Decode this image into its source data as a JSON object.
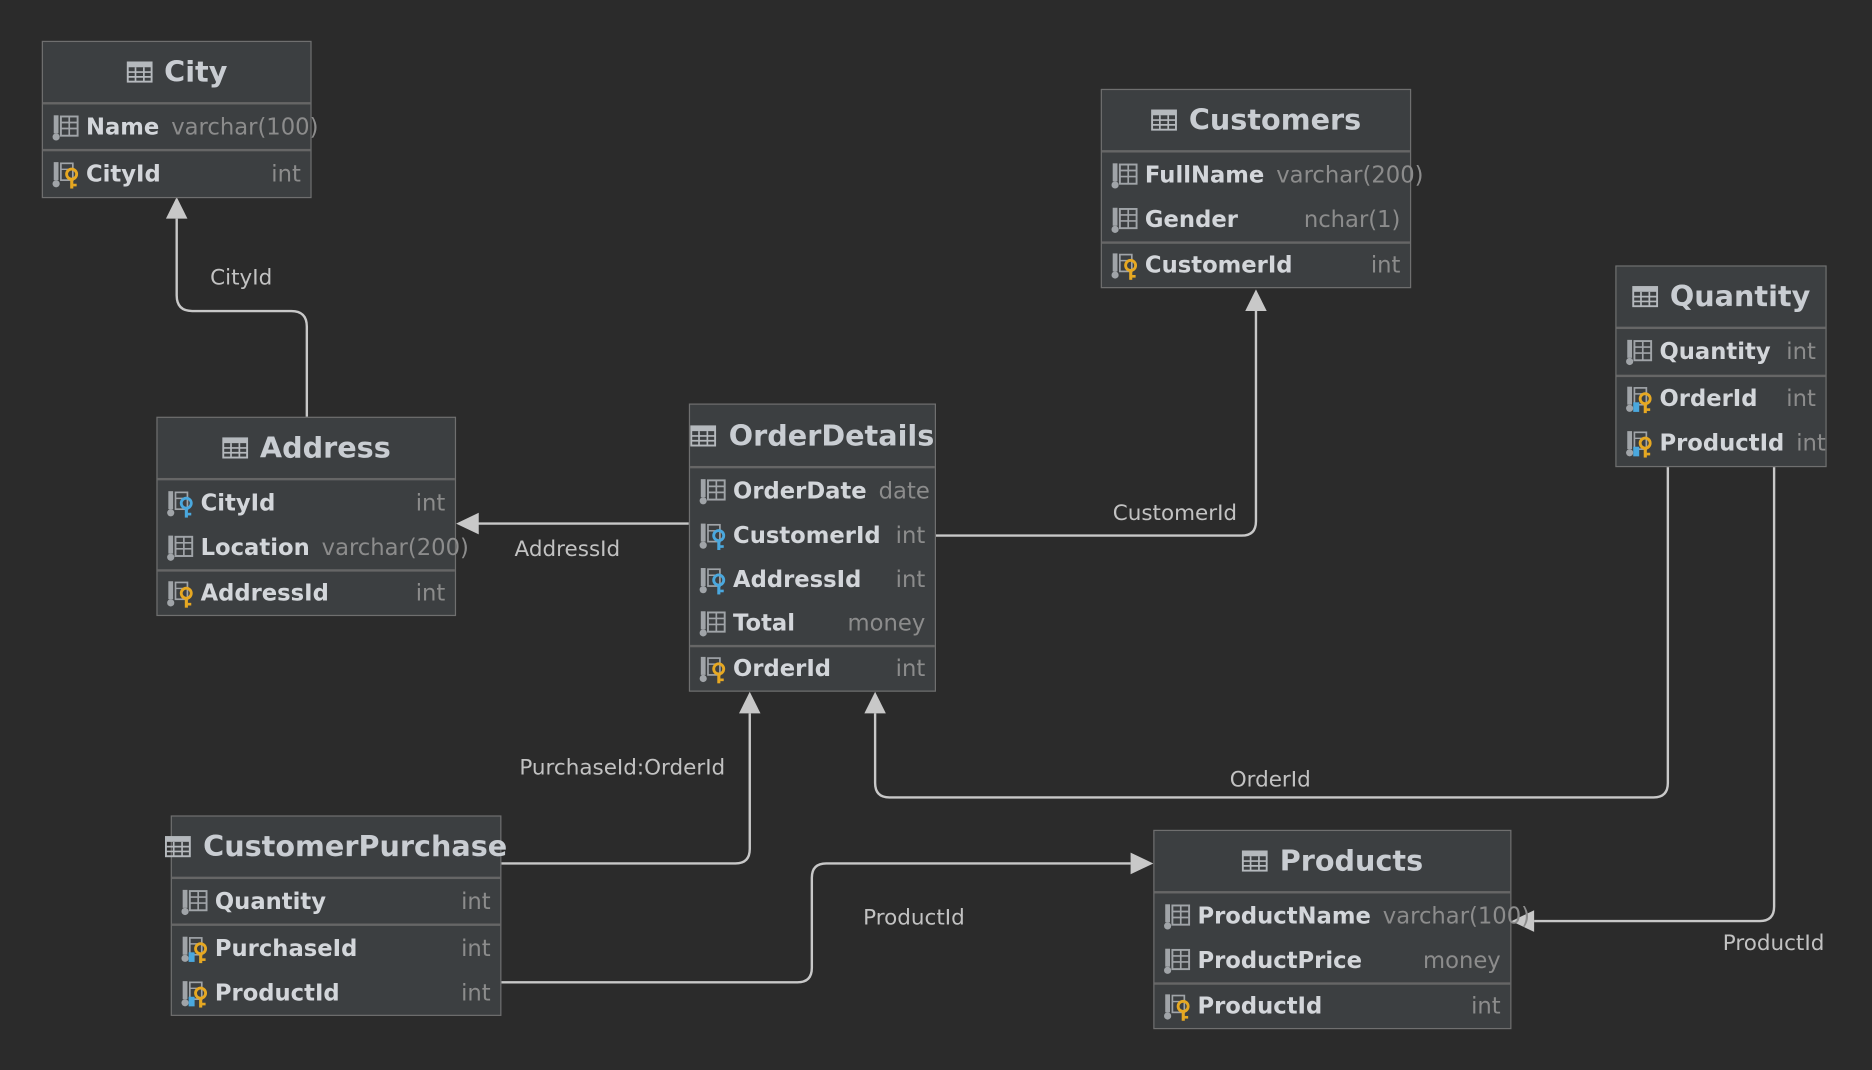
{
  "colors": {
    "background": "#2b2b2b",
    "table_bg": "#3c3f41",
    "fk_key": "#4aa8de",
    "pk_key": "#e6a822",
    "edge": "#c8c8c8"
  },
  "tables": {
    "city": {
      "name": "City",
      "icon": "table-icon",
      "columns": [
        {
          "name": "Name",
          "type": "varchar(100)",
          "icon": "column-icon"
        },
        {
          "name": "CityId",
          "type": "int",
          "icon": "primary-key-icon"
        }
      ]
    },
    "customers": {
      "name": "Customers",
      "icon": "table-icon",
      "columns": [
        {
          "name": "FullName",
          "type": "varchar(200)",
          "icon": "column-icon"
        },
        {
          "name": "Gender",
          "type": "nchar(1)",
          "icon": "column-icon"
        },
        {
          "name": "CustomerId",
          "type": "int",
          "icon": "primary-key-icon"
        }
      ]
    },
    "quantity": {
      "name": "Quantity",
      "icon": "table-icon",
      "columns": [
        {
          "name": "Quantity",
          "type": "int",
          "icon": "column-icon"
        },
        {
          "name": "OrderId",
          "type": "int",
          "icon": "primary-foreign-key-icon"
        },
        {
          "name": "ProductId",
          "type": "int",
          "icon": "primary-foreign-key-icon"
        }
      ]
    },
    "address": {
      "name": "Address",
      "icon": "table-icon",
      "columns": [
        {
          "name": "CityId",
          "type": "int",
          "icon": "foreign-key-icon"
        },
        {
          "name": "Location",
          "type": "varchar(200)",
          "icon": "column-icon"
        },
        {
          "name": "AddressId",
          "type": "int",
          "icon": "primary-key-icon"
        }
      ]
    },
    "orderdetails": {
      "name": "OrderDetails",
      "icon": "table-icon",
      "columns": [
        {
          "name": "OrderDate",
          "type": "date",
          "icon": "column-icon"
        },
        {
          "name": "CustomerId",
          "type": "int",
          "icon": "foreign-key-icon"
        },
        {
          "name": "AddressId",
          "type": "int",
          "icon": "foreign-key-icon"
        },
        {
          "name": "Total",
          "type": "money",
          "icon": "column-icon"
        },
        {
          "name": "OrderId",
          "type": "int",
          "icon": "primary-key-icon"
        }
      ]
    },
    "customerpurchase": {
      "name": "CustomerPurchase",
      "icon": "table-icon",
      "columns": [
        {
          "name": "Quantity",
          "type": "int",
          "icon": "column-icon"
        },
        {
          "name": "PurchaseId",
          "type": "int",
          "icon": "primary-foreign-key-icon"
        },
        {
          "name": "ProductId",
          "type": "int",
          "icon": "primary-foreign-key-icon"
        }
      ]
    },
    "products": {
      "name": "Products",
      "icon": "table-icon",
      "columns": [
        {
          "name": "ProductName",
          "type": "varchar(100)",
          "icon": "column-icon"
        },
        {
          "name": "ProductPrice",
          "type": "money",
          "icon": "column-icon"
        },
        {
          "name": "ProductId",
          "type": "int",
          "icon": "primary-key-icon"
        }
      ]
    }
  },
  "relations": [
    {
      "from": "Address",
      "to": "City",
      "label": "CityId"
    },
    {
      "from": "OrderDetails",
      "to": "Address",
      "label": "AddressId"
    },
    {
      "from": "OrderDetails",
      "to": "Customers",
      "label": "CustomerId"
    },
    {
      "from": "Quantity",
      "to": "OrderDetails",
      "label": "OrderId"
    },
    {
      "from": "CustomerPurchase",
      "to": "OrderDetails",
      "label": "PurchaseId:OrderId"
    },
    {
      "from": "CustomerPurchase",
      "to": "Products",
      "label": "ProductId"
    },
    {
      "from": "Quantity",
      "to": "Products",
      "label": "ProductId"
    }
  ]
}
